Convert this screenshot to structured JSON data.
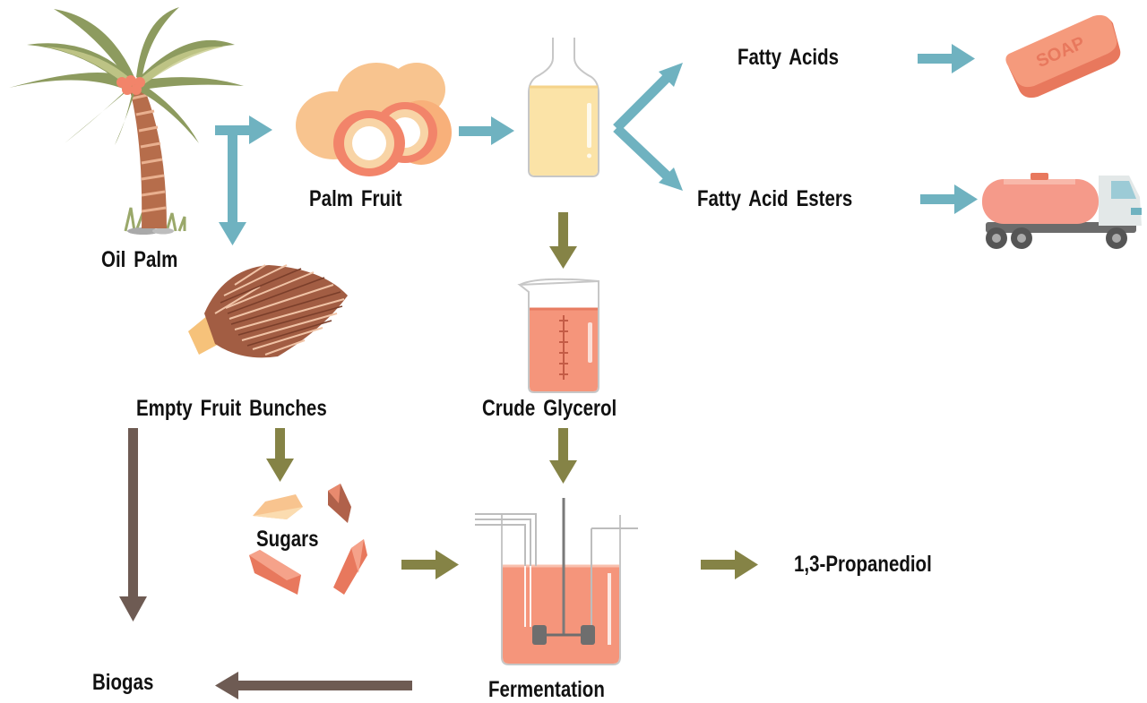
{
  "colors": {
    "arrow_blue": "#6fb2c0",
    "arrow_olive": "#858346",
    "arrow_brown": "#6e5b53",
    "salmon": "#f2846a",
    "peach": "#f8c48f",
    "oil_yellow": "#fbe3a7",
    "trunk": "#b66d4b",
    "palm_leaf": "#8d9b5f"
  },
  "labels": {
    "oil_palm": "Oil Palm",
    "palm_fruit": "Palm Fruit",
    "fatty_acids": "Fatty Acids",
    "fatty_acid_esters": "Fatty Acid Esters",
    "empty_fruit_bunches": "Empty Fruit Bunches",
    "crude_glycerol": "Crude Glycerol",
    "sugars": "Sugars",
    "propanediol": "1,3-Propanediol",
    "biogas": "Biogas",
    "fermentation": "Fermentation",
    "soap": "SOAP"
  },
  "icons": [
    "oil-palm-tree-icon",
    "palm-fruit-icon",
    "oil-bottle-icon",
    "soap-bar-icon",
    "tanker-truck-icon",
    "fruit-bunch-icon",
    "glycerol-beaker-icon",
    "sugar-crystals-icon",
    "fermenter-icon"
  ]
}
